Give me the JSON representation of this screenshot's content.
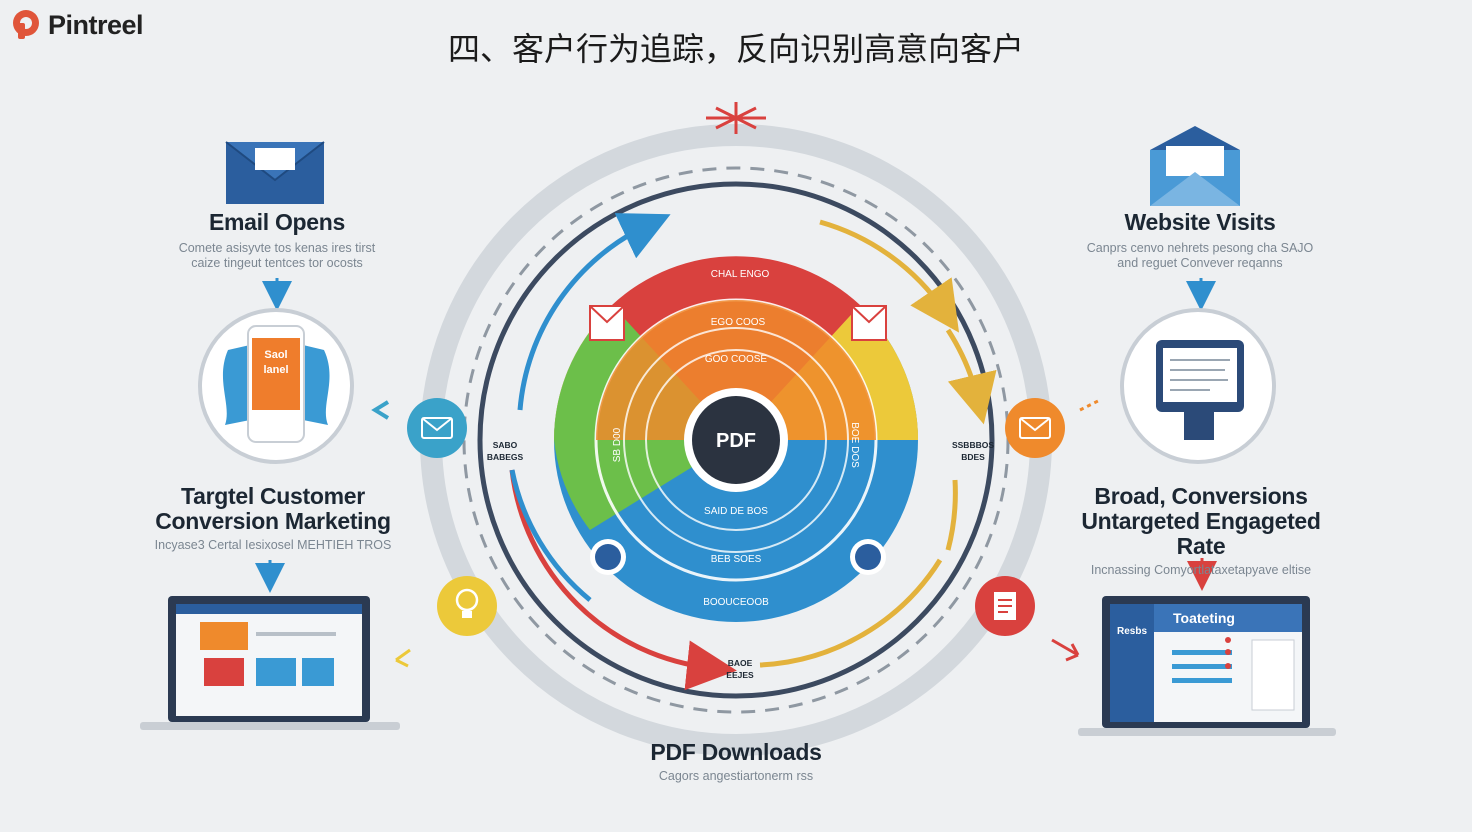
{
  "brand": {
    "name": "Pintreel",
    "color": "#e0553a"
  },
  "title": "四、客户行为追踪，反向识别高意向客户",
  "blocks": {
    "email_opens": {
      "title": "Email Opens",
      "sub1": "Comete asisyvte tos kenas ires tirst",
      "sub2": "caize tingeut tentces tor ocosts"
    },
    "website_visits": {
      "title": "Website Visits",
      "sub1": "Canprs cenvo nehrets pesong cha SAJO",
      "sub2": "and reguet Convever reqanns"
    },
    "target_conversion": {
      "title1": "Targtel Customer",
      "title2": "Conversion Marketing",
      "sub": "Incyase3 Certal Iesixosel MEHTIEH TROS"
    },
    "broad_conversions": {
      "title1": "Broad, Conversions",
      "title2": "Untargeted Engageted Rate",
      "sub": "Incnassing Comyortlataxetapyave eltise"
    },
    "pdf_downloads": {
      "title": "PDF Downloads",
      "sub": "Cagors angestiartonerm rss"
    }
  },
  "center": {
    "label": "PDF",
    "ring_labels": [
      "CHAL ENGO",
      "EGO COOS",
      "GOO COOSE",
      "SAID DE BOS",
      "BEB SOES",
      "BOOUCEOOB"
    ],
    "left_side": [
      "SABO",
      "BABEGS"
    ],
    "right_side": [
      "SSBBBOS",
      "BDES"
    ],
    "bottom": [
      "BAOE",
      "EEJES"
    ],
    "left_arc": "SB D00",
    "right_arc": "BOE DOS"
  },
  "device_text": {
    "phone": [
      "Saol",
      "lanel"
    ],
    "laptop_right_header": "Toateting",
    "laptop_right_side": "Resbs"
  },
  "colors": {
    "red": "#d9413e",
    "orange": "#ef8a2c",
    "yellow": "#ecc93a",
    "green": "#6cbf4a",
    "blue": "#2f8fce",
    "navy": "#2b3a52",
    "teal": "#3aa2c9"
  },
  "icons": [
    "envelope-icon",
    "phone-icon",
    "laptop-icon",
    "monitor-icon",
    "lightbulb-icon",
    "document-icon",
    "chat-icon"
  ]
}
